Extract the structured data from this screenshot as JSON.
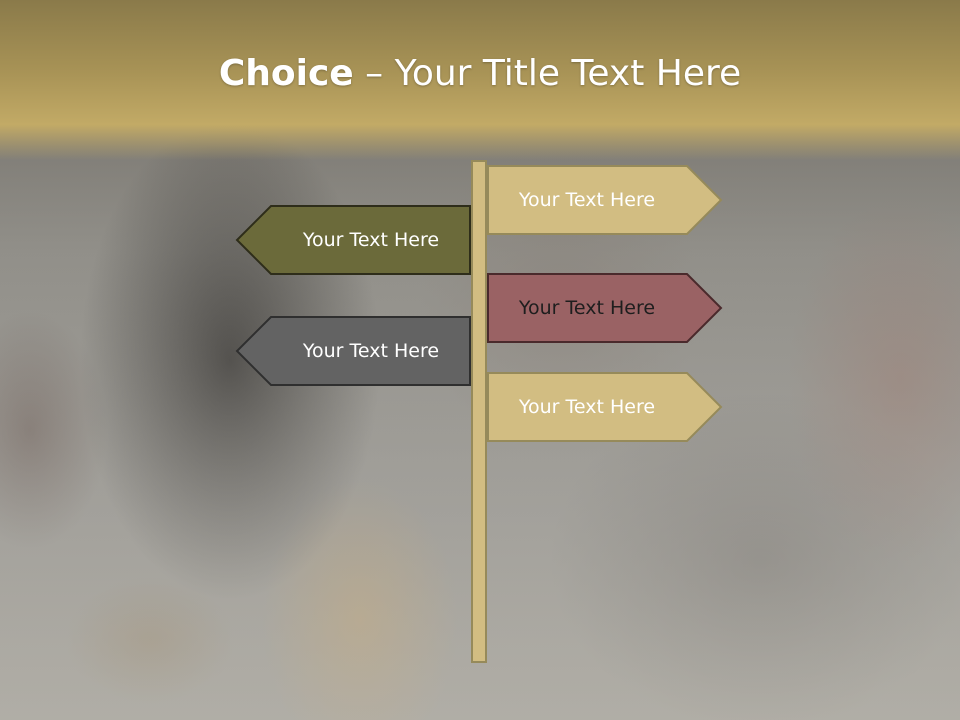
{
  "slide": {
    "title_strong": "Choice",
    "title_rest": " – Your Title Text Here"
  },
  "signs": {
    "right_1": {
      "label": "Your Text Here",
      "fill": "#d2bd82",
      "text_color": "#ffffff"
    },
    "left_1": {
      "label": "Your Text Here",
      "fill": "#6b6a3a",
      "text_color": "#ffffff"
    },
    "right_2": {
      "label": "Your Text Here",
      "fill": "#9a6264",
      "text_color": "#1e1e1e"
    },
    "left_2": {
      "label": "Your Text Here",
      "fill": "#636363",
      "text_color": "#ffffff"
    },
    "right_3": {
      "label": "Your Text Here",
      "fill": "#d2bd82",
      "text_color": "#ffffff"
    }
  }
}
